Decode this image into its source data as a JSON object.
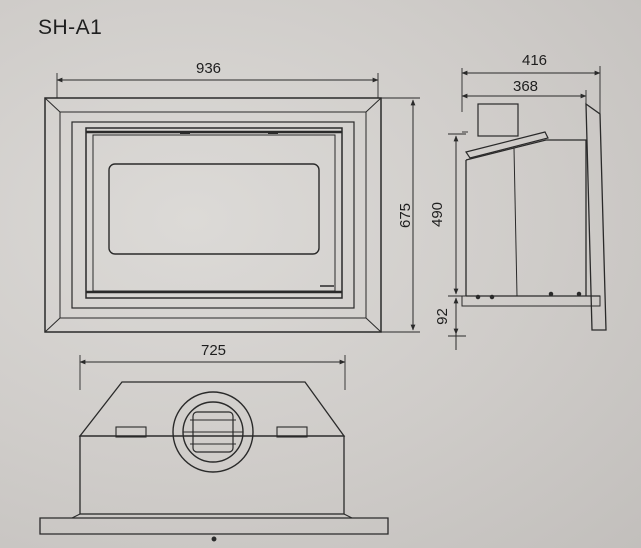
{
  "model": "SH-A1",
  "front_view": {
    "width_label": "936",
    "height_label": "675"
  },
  "side_view": {
    "depth_outer_label": "416",
    "depth_inner_label": "368",
    "body_height_label": "490",
    "base_height_label": "92"
  },
  "top_view": {
    "width_label": "725"
  },
  "colors": {
    "line": "#2a2a2a",
    "paper": "#d3d1ce"
  }
}
